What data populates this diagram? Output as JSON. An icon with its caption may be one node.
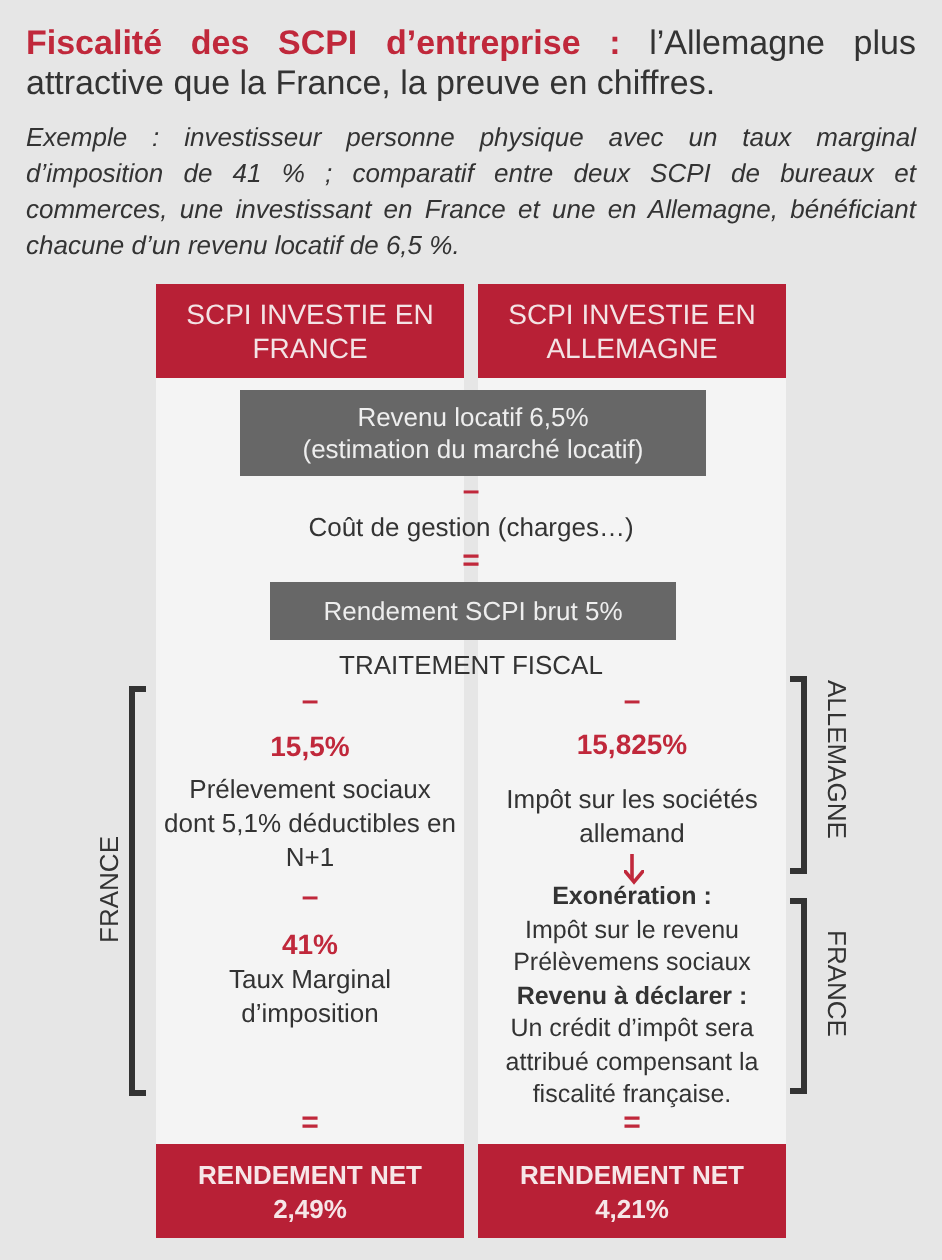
{
  "diagram": {
    "title": "**Fiscalité des SCPI d’entreprise :** l’Allemagne plus attractive que la France, la preuve en chiffres.",
    "caption": "Exemple : investisseur personne physique avec un taux marginal d’imposition de 41 % ; comparatif entre deux SCPI de bureaux et commerces, une investissant en France et une en Allemagne, bénéficiant chacune d’un revenu locatif de 6,5 %.",
    "nodes": [
      {
        "text": [
          "SCPI INVESTIE EN FRANCE"
        ]
      },
      {
        "text": [
          "SCPI INVESTIE EN ALLEMAGNE"
        ]
      },
      {
        "text": [
          "Revenu locatif 6,5%",
          "(estimation du marché locatif)"
        ]
      },
      {
        "text": [
          "Rendement SCPI brut 5%"
        ]
      },
      {
        "text": [
          "RENDEMENT NET",
          "2,49%"
        ]
      },
      {
        "text": [
          "RENDEMENT NET",
          "4,21%"
        ]
      },
      {
        "text": [
          "Impôt sur les sociétés allemand"
        ]
      },
      {
        "text": [
          "Exonération :",
          "Impôt sur le revenu",
          "Prélèvemens sociaux",
          "Revenu à déclarer :",
          "Un crédit d’impôt sera attribué compensant la fiscalité française."
        ]
      }
    ],
    "edges": [
      {
        "from": 6,
        "to": 7,
        "arrow": "to",
        "color": "#c0283b"
      }
    ],
    "labels": [
      "–",
      "Coût de gestion (charges…)",
      "=",
      "TRAITEMENT FISCAL",
      "–",
      "15,5%",
      "Prélevement sociaux dont 5,1% déductibles en N+1",
      "–",
      "41%",
      "Taux Marginal d’imposition",
      "–",
      "15,825%",
      "=",
      "=",
      "FRANCE",
      "ALLEMAGNE",
      "FRANCE"
    ]
  }
}
